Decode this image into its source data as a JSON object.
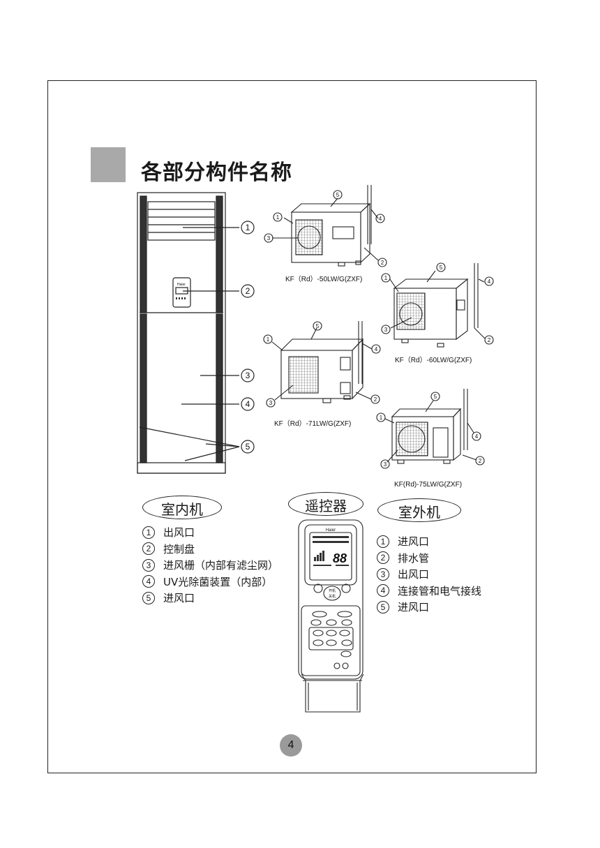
{
  "page": {
    "title": "各部分构件名称",
    "page_number": "4"
  },
  "indoor_unit": {
    "heading": "室内机",
    "callouts": [
      "1",
      "2",
      "3",
      "4",
      "5"
    ],
    "panel_brand": "Haier",
    "parts": [
      {
        "num": "1",
        "label": "出风口"
      },
      {
        "num": "2",
        "label": "控制盘"
      },
      {
        "num": "3",
        "label": "进风栅（内部有滤尘网）"
      },
      {
        "num": "4",
        "label": "UV光除菌装置（内部）"
      },
      {
        "num": "5",
        "label": "进风口"
      }
    ]
  },
  "remote": {
    "heading": "遥控器",
    "brand": "Haier",
    "display_digits": "88",
    "power_line1": "开机",
    "power_line2": "关机"
  },
  "outdoor_unit": {
    "heading": "室外机",
    "models": [
      "KF（Rd）-50LW/G(ZXF)",
      "KF（Rd）-60LW/G(ZXF)",
      "KF（Rd）-71LW/G(ZXF)",
      "KF(Rd)-75LW/G(ZXF)"
    ],
    "callouts": [
      "1",
      "2",
      "3",
      "4",
      "5"
    ],
    "parts": [
      {
        "num": "1",
        "label": "进风口"
      },
      {
        "num": "2",
        "label": "排水管"
      },
      {
        "num": "3",
        "label": "出风口"
      },
      {
        "num": "4",
        "label": "连接管和电气接线"
      },
      {
        "num": "5",
        "label": "进风口"
      }
    ]
  }
}
